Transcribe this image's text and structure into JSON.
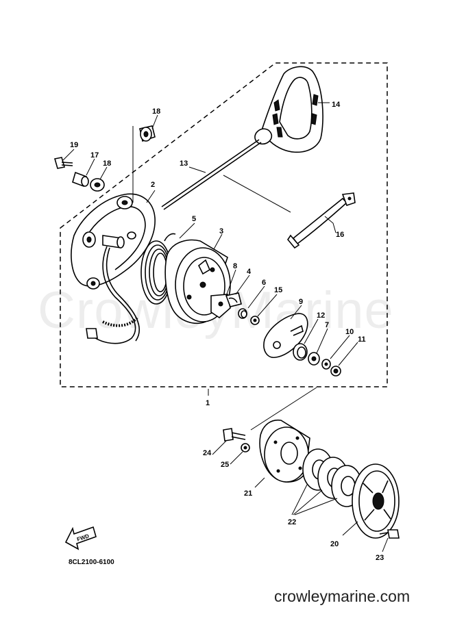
{
  "diagram": {
    "watermark": "CrowleyMarine",
    "drawing_code": "8CL2100-6100",
    "site": "crowleymarine.com",
    "direction_label": "FWD",
    "callouts": {
      "p1": "1",
      "p2": "2",
      "p3": "3",
      "p4": "4",
      "p5": "5",
      "p6": "6",
      "p7": "7",
      "p8": "8",
      "p9": "9",
      "p10": "10",
      "p11": "11",
      "p12": "12",
      "p13": "13",
      "p14": "14",
      "p15": "15",
      "p16": "16",
      "p17": "17",
      "p18a": "18",
      "p18b": "18",
      "p19": "19",
      "p20": "20",
      "p21": "21",
      "p22": "22",
      "p23": "23",
      "p24": "24",
      "p25": "25"
    }
  }
}
